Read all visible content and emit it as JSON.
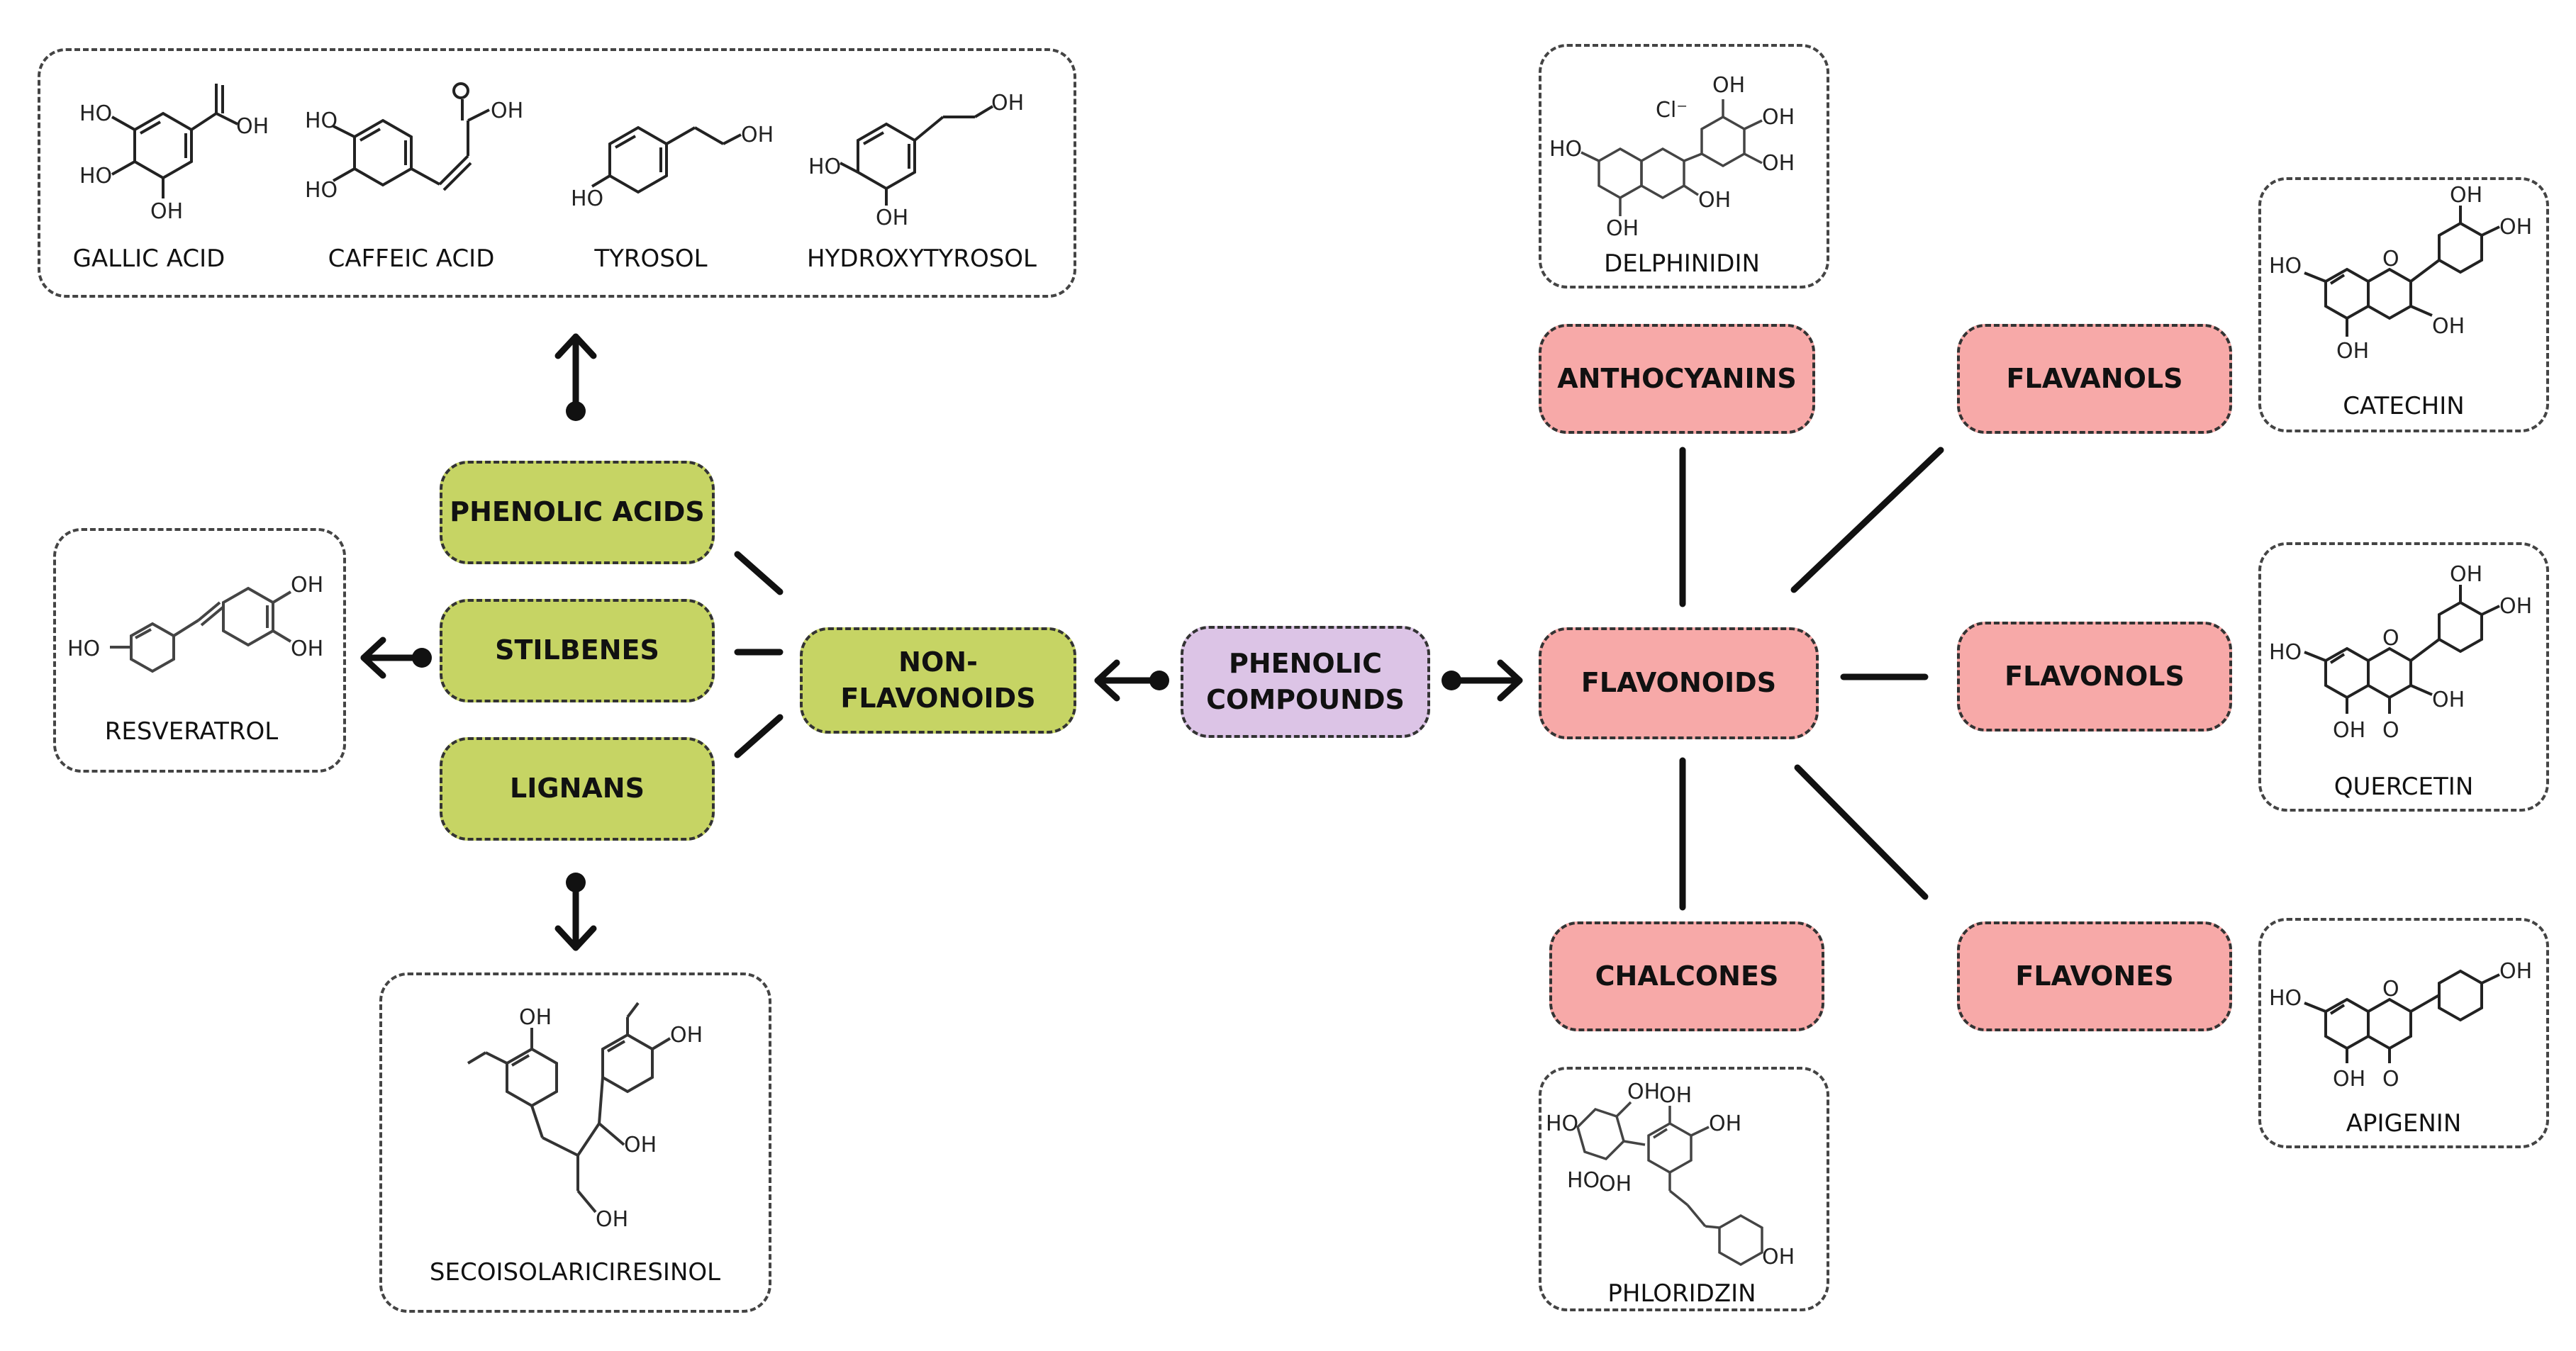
{
  "diagram": {
    "root": {
      "label_line1": "PHENOLIC",
      "label_line2": "COMPOUNDS"
    },
    "non_flavonoids": {
      "label": "NON-FLAVONOIDS",
      "classes": {
        "phenolic_acids": "PHENOLIC ACIDS",
        "stilbenes": "STILBENES",
        "lignans": "LIGNANS"
      },
      "examples": {
        "phenolic_acids": [
          "GALLIC ACID",
          "CAFFEIC ACID",
          "TYROSOL",
          "HYDROXYTYROSOL"
        ],
        "stilbenes": [
          "RESVERATROL"
        ],
        "lignans": [
          "SECOISOLARICIRESINOL"
        ]
      }
    },
    "flavonoids": {
      "label": "FLAVONOIDS",
      "classes": {
        "anthocyanins": "ANTHOCYANINS",
        "flavanols": "FLAVANOLS",
        "flavonols": "FLAVONOLS",
        "flavones": "FLAVONES",
        "chalcones": "CHALCONES"
      },
      "examples": {
        "anthocyanins": "DELPHINIDIN",
        "flavanols": "CATECHIN",
        "flavonols": "QUERCETIN",
        "flavones": "APIGENIN",
        "chalcones": "PHLORIDZIN"
      }
    },
    "structure_labels": {
      "oh": "OH",
      "ho": "HO",
      "o": "O",
      "cl": "Cl⁻"
    },
    "colors": {
      "non_flavonoid_fill": "#c6d464",
      "root_fill": "#dcc4e6",
      "flavonoid_fill": "#f7a9a8",
      "line": "#111111"
    }
  }
}
